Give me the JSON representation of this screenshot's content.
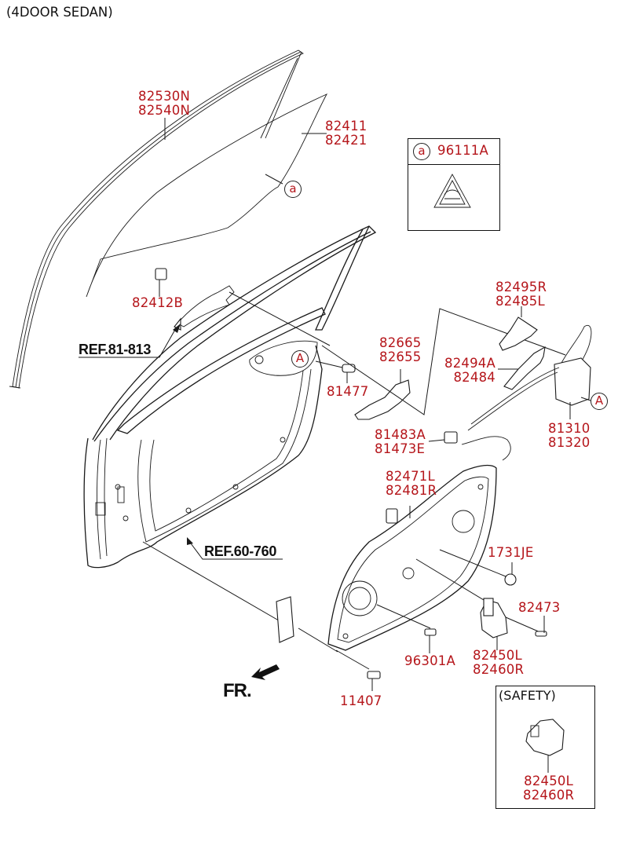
{
  "diagram": {
    "title": "(4DOOR SEDAN)",
    "accent_color": "#b5161b",
    "references": [
      {
        "id": "ref-81-813",
        "text": "REF.81-813"
      },
      {
        "id": "ref-60-760",
        "text": "REF.60-760"
      }
    ],
    "direction_indicator": {
      "text": "FR.",
      "icon": "arrow-front-left-icon"
    },
    "callouts": [
      {
        "id": "a",
        "letter": "a"
      },
      {
        "id": "A",
        "letter": "A"
      }
    ],
    "legend_box": {
      "marker": "a",
      "part_number": "96111A",
      "icon": "warning-label-icon"
    },
    "safety_box": {
      "title": "(SAFETY)",
      "part_numbers": [
        "82450L",
        "82460R"
      ]
    },
    "parts": [
      {
        "key": "channel_molding",
        "numbers": [
          "82530N",
          "82540N"
        ]
      },
      {
        "key": "door_glass",
        "numbers": [
          "82411",
          "82421"
        ]
      },
      {
        "key": "glass_clip",
        "numbers": [
          "82412B"
        ]
      },
      {
        "key": "striker_bolt",
        "numbers": [
          "81477"
        ]
      },
      {
        "key": "inside_handle",
        "numbers": [
          "82665",
          "82655"
        ]
      },
      {
        "key": "handle_bracket",
        "numbers": [
          "82495R",
          "82485L"
        ]
      },
      {
        "key": "handle_lever",
        "numbers": [
          "82494A",
          "82484"
        ]
      },
      {
        "key": "latch_assembly",
        "numbers": [
          "81310",
          "81320"
        ]
      },
      {
        "key": "cable_clip",
        "numbers": [
          "81483A",
          "81473E"
        ]
      },
      {
        "key": "module_panel",
        "numbers": [
          "82471L",
          "82481R"
        ]
      },
      {
        "key": "plug",
        "numbers": [
          "1731JE"
        ]
      },
      {
        "key": "screw",
        "numbers": [
          "82473"
        ]
      },
      {
        "key": "speaker_screw",
        "numbers": [
          "96301A"
        ]
      },
      {
        "key": "regulator_motor",
        "numbers": [
          "82450L",
          "82460R"
        ]
      },
      {
        "key": "bolt",
        "numbers": [
          "11407"
        ]
      }
    ]
  }
}
